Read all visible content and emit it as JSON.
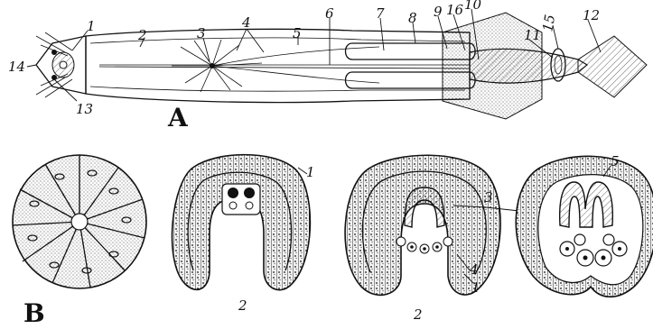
{
  "panel_a": {
    "letter": "A",
    "callouts": [
      "1",
      "2",
      "3",
      "4",
      "5",
      "6",
      "7",
      "8",
      "9",
      "16",
      "10",
      "11",
      "15",
      "12",
      "14",
      "13"
    ]
  },
  "panel_b": {
    "letter": "B",
    "callouts_stage2": [
      "1",
      "2"
    ],
    "callouts_stage3": [
      "3",
      "4",
      "1",
      "2"
    ],
    "callouts_stage4": [
      "5"
    ]
  }
}
